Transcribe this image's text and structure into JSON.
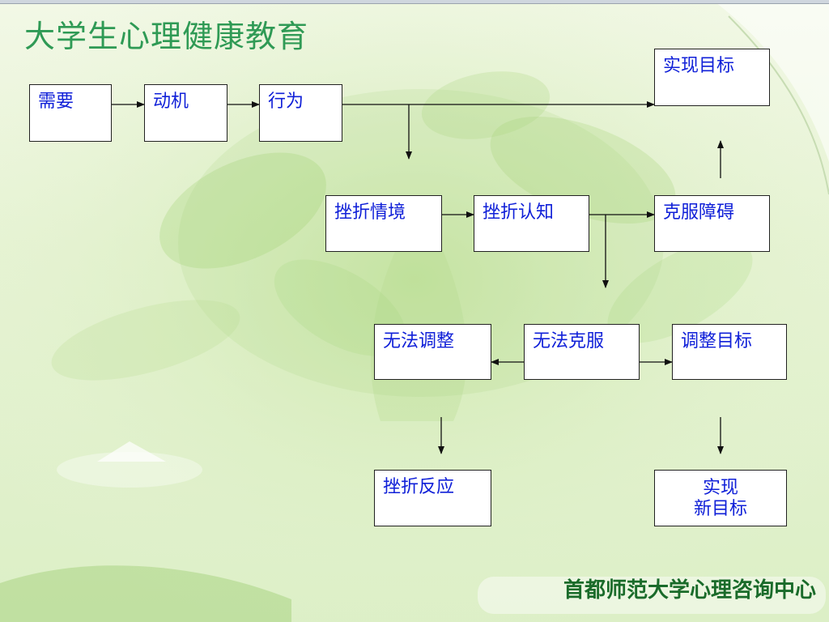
{
  "slide": {
    "title": "大学生心理健康教育",
    "footer": "首都师范大学心理咨询中心"
  },
  "nodes": {
    "need": "需要",
    "motive": "动机",
    "behavior": "行为",
    "achieve_goal": "实现目标",
    "frustration_situation": "挫折情境",
    "frustration_cognition": "挫折认知",
    "overcome_obstacle": "克服障碍",
    "unable_adjust": "无法调整",
    "unable_overcome": "无法克服",
    "adjust_goal": "调整目标",
    "frustration_reaction": "挫折反应",
    "achieve_new_goal_line1": "实现",
    "achieve_new_goal_line2": "新目标"
  }
}
